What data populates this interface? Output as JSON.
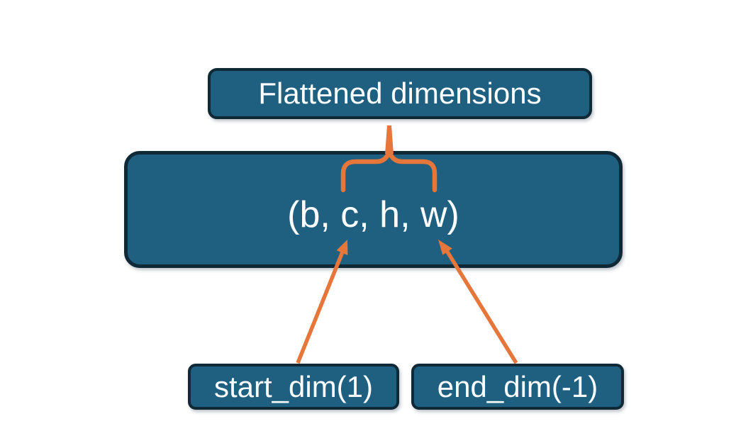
{
  "diagram": {
    "colors": {
      "background": "#ffffff",
      "box_fill": "#1f6080",
      "box_border": "#0f2937",
      "accent_orange": "#e6763a",
      "text": "#fdfeff"
    },
    "nodes": {
      "flattened": {
        "label": "Flattened dimensions"
      },
      "tuple": {
        "label": "(b, c, h, w)"
      },
      "start_dim": {
        "label": "start_dim(1)"
      },
      "end_dim": {
        "label": "end_dim(-1)"
      }
    },
    "connectors": {
      "brace": {
        "name": "overbrace",
        "spans": "c, h, w"
      },
      "stem": {
        "name": "brace-stem"
      },
      "start_arrow": {
        "name": "arrow-to-c"
      },
      "end_arrow": {
        "name": "arrow-to-w"
      }
    }
  }
}
